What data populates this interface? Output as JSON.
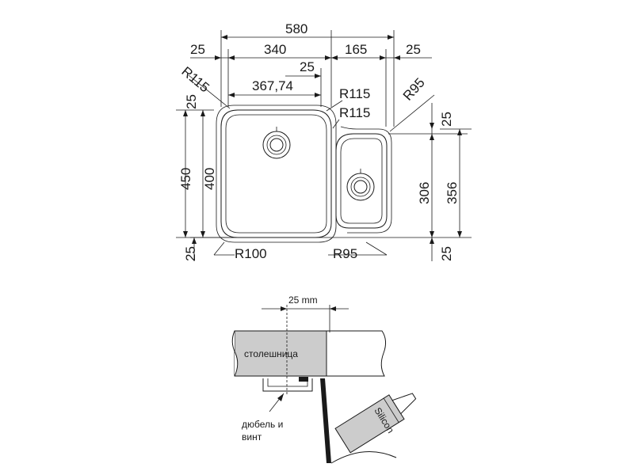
{
  "top_view": {
    "dim_580": "580",
    "dim_25_left": "25",
    "dim_340": "340",
    "dim_165": "165",
    "dim_25_right": "25",
    "dim_25_mid": "25",
    "dim_367": "367,74",
    "r115_a": "R115",
    "r115_b": "R115",
    "r115_c": "R115",
    "r95_top": "R95",
    "dim_25_v_left": "25",
    "dim_450": "450",
    "dim_400": "400",
    "dim_25_v_bottom": "25",
    "r100": "R100",
    "r95_bottom": "R95",
    "dim_25_v_right_top": "25",
    "dim_306": "306",
    "dim_356": "356",
    "dim_25_v_right_bottom": "25"
  },
  "section_view": {
    "dim_25mm": "25 mm",
    "countertop": "столешница",
    "fixing_line1": "дюбель и",
    "fixing_line2": "винт",
    "silicon": "Silicon"
  }
}
